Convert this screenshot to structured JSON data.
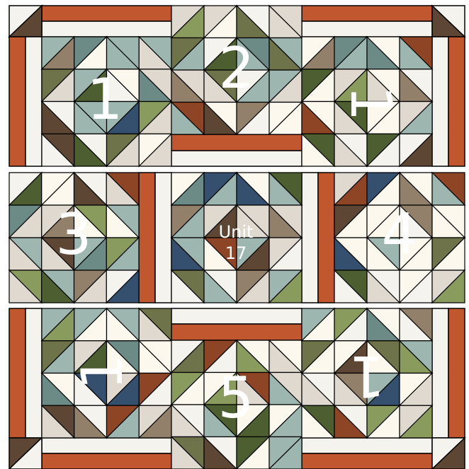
{
  "labels": {
    "n1": "1",
    "n2": "2",
    "n3": "3",
    "n4": "4",
    "n5": "5",
    "r1": "1",
    "r2": "1",
    "r3": "1",
    "unit_word": "Unit",
    "unit_number": "17"
  },
  "colors": {
    "orange": "#C0572E",
    "cream": "#F4F3EE",
    "olive": "#8A9B5E",
    "navy": "#34506E",
    "sage": "#9DB7B0",
    "slate": "#6C8A86",
    "brown": "#5E4634",
    "rust": "#8E4525",
    "forest": "#4D5F30",
    "taupe": "#92806A",
    "moss": "#6E7349",
    "beige": "#E0D9D0",
    "ivory": "#FCF8EE",
    "line": "#000000"
  },
  "icons": [
    "half-square-triangle-icon"
  ]
}
